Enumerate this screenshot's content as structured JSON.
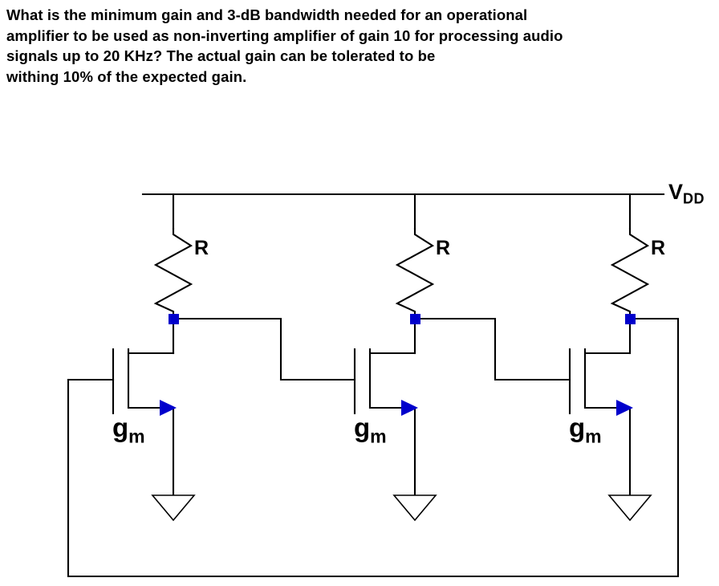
{
  "question": {
    "lines": [
      "What is the minimum gain and 3-dB bandwidth needed for an operational",
      "amplifier to be used as non-inverting amplifier of gain 10 for processing audio",
      "signals up to 20 KHz? The actual gain can be tolerated to be",
      "withing 10% of the expected gain."
    ]
  },
  "circuit": {
    "supply_rail_label": "V",
    "supply_rail_subscript": "DD",
    "resistor_label": "R",
    "transconductance_label": "g",
    "transconductance_subscript": "m",
    "stages": [
      {
        "resistor_label": "R",
        "device_label": "g",
        "device_subscript": "m"
      },
      {
        "resistor_label": "R",
        "device_label": "g",
        "device_subscript": "m"
      },
      {
        "resistor_label": "R",
        "device_label": "g",
        "device_subscript": "m"
      }
    ],
    "colors": {
      "wire": "#000000",
      "node": "#0000CC",
      "arrow": "#0000CC",
      "ground": "#000000",
      "text": "#000000",
      "background": "#ffffff"
    }
  }
}
